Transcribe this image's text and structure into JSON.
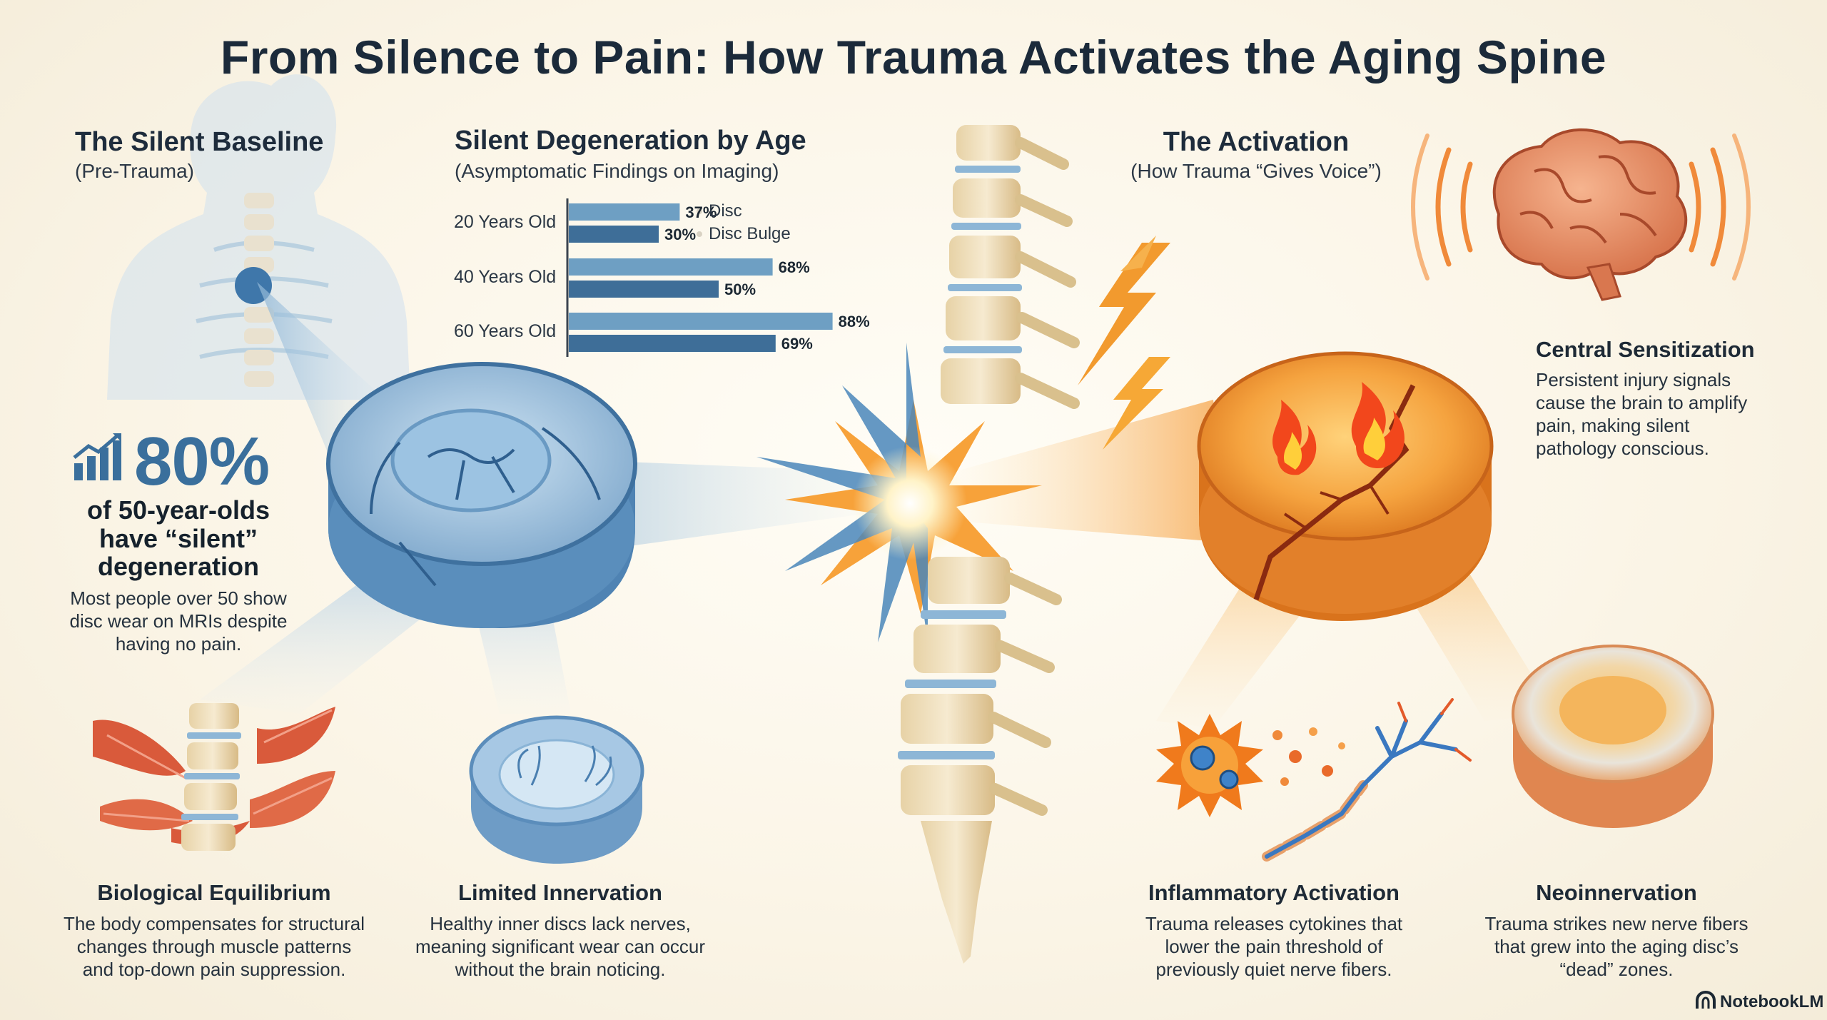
{
  "title": "From Silence to Pain: How Trauma Activates the Aging Spine",
  "baseline": {
    "heading": "The Silent Baseline",
    "subheading": "(Pre-Trauma)"
  },
  "stat": {
    "value": "80%",
    "line1": "of 50-year-olds",
    "line2": "have “silent”",
    "line3": "degeneration",
    "desc1": "Most people over 50 show",
    "desc2": "disc wear on MRIs despite",
    "desc3": "having no pain."
  },
  "chart_data": {
    "type": "bar",
    "orientation": "horizontal",
    "title": "Silent Degeneration by Age",
    "subtitle": "(Asymptomatic Findings on Imaging)",
    "categories": [
      "20 Years Old",
      "40 Years Old",
      "60 Years Old"
    ],
    "series": [
      {
        "name": "Disc",
        "values": [
          37,
          68,
          88
        ],
        "labels": [
          "37%",
          "68%",
          "88%"
        ],
        "color": "#6e9fc3"
      },
      {
        "name": "Disc Bulge",
        "values": [
          30,
          50,
          69
        ],
        "labels": [
          "30%",
          "50%",
          "69%"
        ],
        "color": "#3e6e98"
      }
    ],
    "xlim": [
      0,
      100
    ]
  },
  "activation": {
    "heading": "The Activation",
    "subheading": "(How Trauma “Gives Voice”)"
  },
  "central": {
    "heading": "Central Sensitization",
    "l1": "Persistent injury signals",
    "l2": "cause the brain to amplify",
    "l3": "pain, making silent",
    "l4": "pathology conscious."
  },
  "equilibrium": {
    "heading": "Biological Equilibrium",
    "l1": "The body compensates for structural",
    "l2": "changes through muscle patterns",
    "l3": "and top-down pain suppression."
  },
  "innervation": {
    "heading": "Limited Innervation",
    "l1": "Healthy inner discs lack nerves,",
    "l2": "meaning significant wear can occur",
    "l3": "without the brain noticing."
  },
  "inflammatory": {
    "heading": "Inflammatory Activation",
    "l1": "Trauma releases cytokines that",
    "l2": "lower the pain threshold of",
    "l3": "previously quiet nerve fibers."
  },
  "neo": {
    "heading": "Neoinnervation",
    "l1": "Trauma strikes new nerve fibers",
    "l2": "that grew into the aging disc’s",
    "l3": "“dead” zones."
  },
  "brand": "NotebookLM",
  "colors": {
    "cool": "#5b8fbd",
    "warm": "#f08a1e",
    "title": "#1b2a3a"
  }
}
